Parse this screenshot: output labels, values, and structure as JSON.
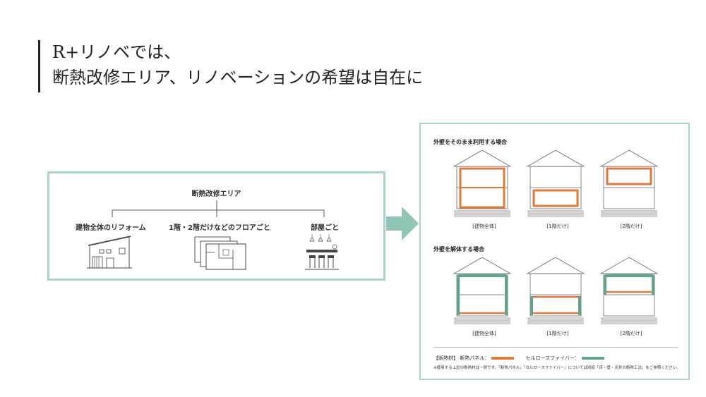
{
  "title": {
    "line1": "R+リノベでは、",
    "line2": "断熱改修エリア、リノベーションの希望は自在に"
  },
  "diagram": {
    "title": "断熱改修エリア",
    "options": [
      {
        "label": "建物全体のリフォーム",
        "icon": "house-icon"
      },
      {
        "label": "1階・2階だけなどのフロアごと",
        "icon": "floorplan-icon"
      },
      {
        "label": "部屋ごと",
        "icon": "room-icon"
      }
    ]
  },
  "cases": {
    "reuse_wall": {
      "title": "外壁をそのまま利用する場合",
      "captions": [
        "[建物全体]",
        "[1階だけ]",
        "[2階だけ]"
      ]
    },
    "demolish_wall": {
      "title": "外壁を解体する場合",
      "captions": [
        "[建物全体]",
        "[1階だけ]",
        "[2階だけ]"
      ]
    }
  },
  "legend": {
    "prefix": "【断熱材】",
    "panel_label": "断熱パネル：",
    "cellulose_label": "セルロースファイバー：",
    "panel_color": "#e07a3a",
    "cellulose_color": "#5fa58a"
  },
  "note": "※使用する上記の断熱材は一例です。「断熱パネル」「セルロースファイバー」については別紙「床・壁・天井の断熱工法」をご参照ください。",
  "colors": {
    "accent_border": "#a9d3cd",
    "arrow": "#8ec5b4"
  }
}
